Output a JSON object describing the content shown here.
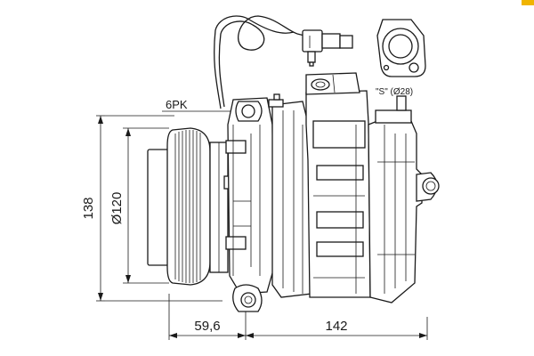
{
  "labels": {
    "belt": "6PK",
    "port": "\"S\" (Ø28)",
    "height": "138",
    "pulley_diameter": "Ø120",
    "pulley_offset": "59,6",
    "body_length": "142"
  },
  "colors": {
    "line": "#1a1a1a",
    "background": "#ffffff",
    "corner_mark": "#f0b400"
  }
}
